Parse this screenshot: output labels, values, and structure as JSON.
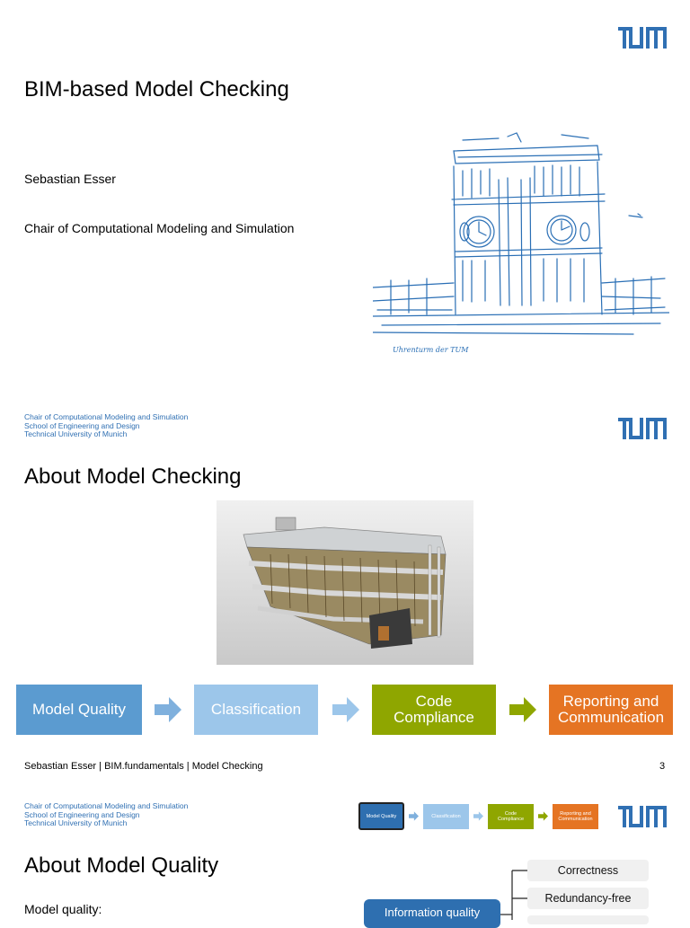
{
  "colors": {
    "tum_blue": "#3070b3",
    "step_blue": "#5b9bd0",
    "step_light_blue": "#9cc6ea",
    "step_green": "#8fa600",
    "step_orange": "#e57423",
    "arrow_blue": "#7fb0dd",
    "arrow_green": "#8fa600"
  },
  "slide1": {
    "logo": "tum-logo",
    "title": "BIM-based Model Checking",
    "author": "Sebastian Esser",
    "chair": "Chair of Computational Modeling and Simulation",
    "sketch_caption": "Uhrenturm der TUM"
  },
  "slide2": {
    "logo": "tum-logo",
    "header_lines": [
      "Chair of Computational Modeling and Simulation",
      "School of Engineering and Design",
      "Technical University of Munich"
    ],
    "title": "About Model Checking",
    "image": "building-model-render",
    "steps": [
      {
        "label": "Model Quality"
      },
      {
        "label": "Classification"
      },
      {
        "label": "Code Compliance"
      },
      {
        "label": "Reporting and Communication"
      }
    ],
    "footer": "Sebastian Esser | BIM.fundamentals | Model Checking",
    "page_number": "3"
  },
  "slide3": {
    "logo": "tum-logo",
    "header_lines": [
      "Chair of Computational Modeling and Simulation",
      "School of Engineering and Design",
      "Technical University of Munich"
    ],
    "mini_steps": [
      {
        "label": "Model Quality"
      },
      {
        "label": "Classification"
      },
      {
        "label": "Code Compliance"
      },
      {
        "label": "Reporting and Communication"
      }
    ],
    "title": "About Model Quality",
    "intro": "Model quality:",
    "info_box": "Information quality",
    "sub_items": [
      "Correctness",
      "Redundancy-free"
    ]
  }
}
